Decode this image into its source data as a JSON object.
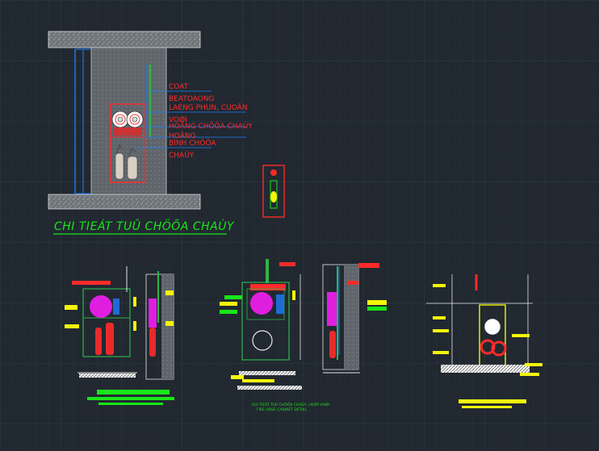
{
  "colors": {
    "background": "#212830",
    "grid_minor": "#283039",
    "grid_major": "#2f3944",
    "annotation_red": "#ff2a2a",
    "title_green": "#19e619",
    "note_yellow": "#f5f50a",
    "dim_white": "#e6e6e6",
    "pipe_blue": "#1e7cff",
    "cabinet_green": "#2fb44a",
    "hose_magenta": "#e01ee0",
    "concrete_gray": "#8a8f93"
  },
  "main_detail": {
    "labels": [
      "COAT",
      "BEATOAONG",
      "LAÉNG PHUN, CUOÄN",
      "VOØI",
      "HOÄNG CHÖÕA CHAÙY",
      "HOÄNG",
      "BÌNH CHÖÕA",
      "CHAÙY"
    ],
    "title": "CHI TIEÁT TUÛ CHÖÕA CHAÙY"
  },
  "middle_view": {
    "caption_line_1": "CHI TIEÁT TUÛ CHÖÕA CHAÙY, HOÄP VOØI",
    "caption_line_2": "FIRE HOSE CABINET DETAIL"
  }
}
